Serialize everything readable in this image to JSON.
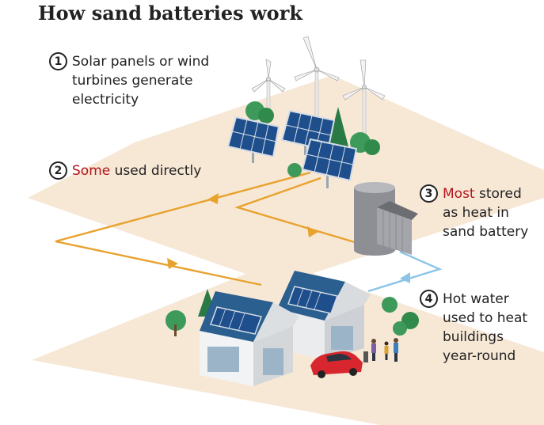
{
  "title": "How sand batteries work",
  "colors": {
    "accent_red": "#b3141c",
    "ground": "#f7e8d6",
    "power_line": "#e8a22e",
    "water_line": "#8cc4e8"
  },
  "steps": [
    {
      "number": "1",
      "lines": [
        "Solar panels or wind",
        "turbines generate",
        "electricity"
      ]
    },
    {
      "number": "2",
      "highlight": "Some",
      "rest": " used directly"
    },
    {
      "number": "3",
      "highlight": "Most",
      "rest": " stored",
      "lines": [
        "as heat in",
        "sand battery"
      ]
    },
    {
      "number": "4",
      "lines": [
        "Hot water",
        "used to heat",
        "buildings",
        "year-round"
      ]
    }
  ]
}
